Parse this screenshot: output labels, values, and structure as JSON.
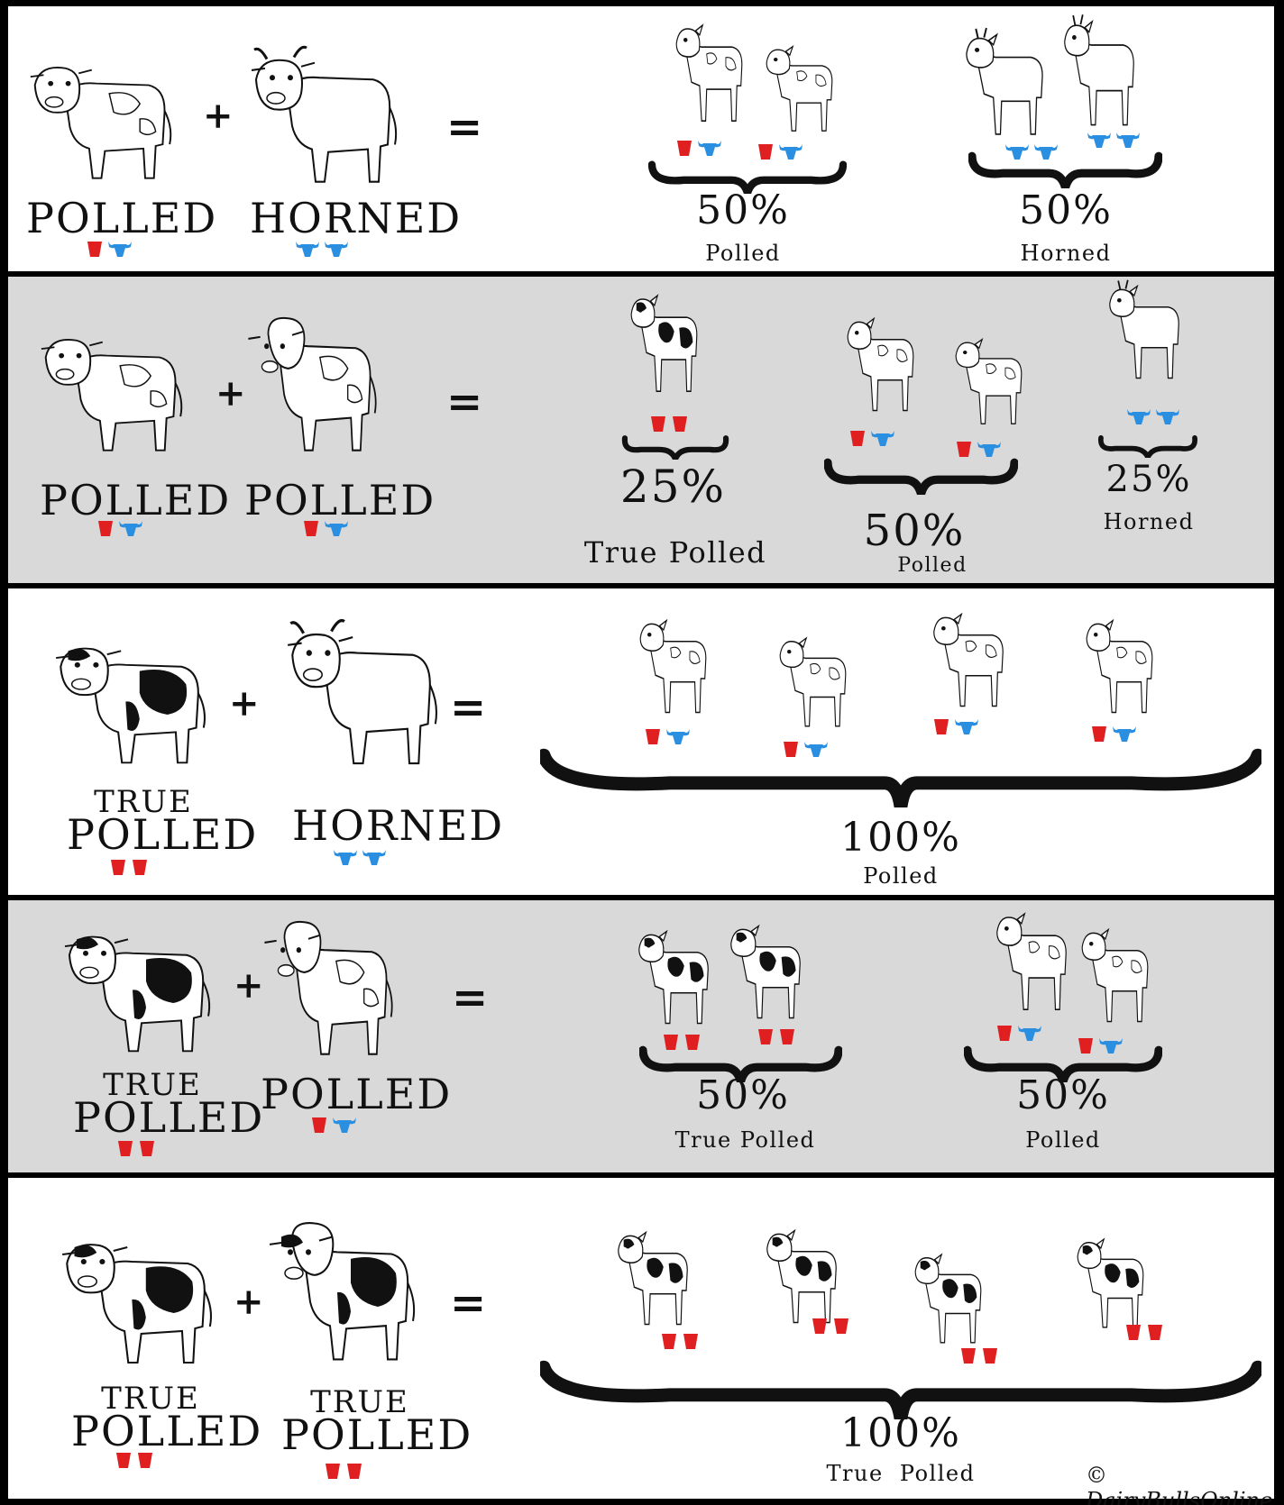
{
  "colors": {
    "polled_gene": "#e02020",
    "horned_gene": "#2a8fe0",
    "grey_band": "#d9d9d9"
  },
  "icons": {
    "polled_gene": "red-cup-icon",
    "horned_gene": "blue-horn-cup-icon",
    "brace": "curly-brace-icon"
  },
  "rows": [
    {
      "parents": [
        {
          "label": "POLLED",
          "genes": [
            "P",
            "h"
          ]
        },
        {
          "label": "HORNED",
          "genes": [
            "h",
            "h"
          ]
        }
      ],
      "plus": "+",
      "equals": "=",
      "results": [
        {
          "percent": "50%",
          "label": "Polled",
          "value": 50
        },
        {
          "percent": "50%",
          "label": "Horned",
          "value": 50
        }
      ]
    },
    {
      "parents": [
        {
          "label": "POLLED",
          "genes": [
            "P",
            "h"
          ]
        },
        {
          "label": "POLLED",
          "genes": [
            "P",
            "h"
          ]
        }
      ],
      "plus": "+",
      "equals": "=",
      "results": [
        {
          "percent": "25%",
          "label": "True Polled",
          "value": 25
        },
        {
          "percent": "50%",
          "label": "Polled",
          "value": 50
        },
        {
          "percent": "25%",
          "label": "Horned",
          "value": 25
        }
      ]
    },
    {
      "parents": [
        {
          "label_top": "TRUE",
          "label": "POLLED",
          "genes": [
            "P",
            "P"
          ]
        },
        {
          "label": "HORNED",
          "genes": [
            "h",
            "h"
          ]
        }
      ],
      "plus": "+",
      "equals": "=",
      "results": [
        {
          "percent": "100%",
          "label": "Polled",
          "value": 100
        }
      ]
    },
    {
      "parents": [
        {
          "label_top": "TRUE",
          "label": "POLLED",
          "genes": [
            "P",
            "P"
          ]
        },
        {
          "label": "POLLED",
          "genes": [
            "P",
            "h"
          ]
        }
      ],
      "plus": "+",
      "equals": "=",
      "results": [
        {
          "percent": "50%",
          "label": "True Polled",
          "value": 50
        },
        {
          "percent": "50%",
          "label": "Polled",
          "value": 50
        }
      ]
    },
    {
      "parents": [
        {
          "label_top": "TRUE",
          "label": "POLLED",
          "genes": [
            "P",
            "P"
          ]
        },
        {
          "label_top": "TRUE",
          "label": "POLLED",
          "genes": [
            "P",
            "P"
          ]
        }
      ],
      "plus": "+",
      "equals": "=",
      "results": [
        {
          "percent": "100%",
          "label": "True  Polled",
          "value": 100
        }
      ]
    }
  ],
  "copyright": "© DairyBullsOnline"
}
